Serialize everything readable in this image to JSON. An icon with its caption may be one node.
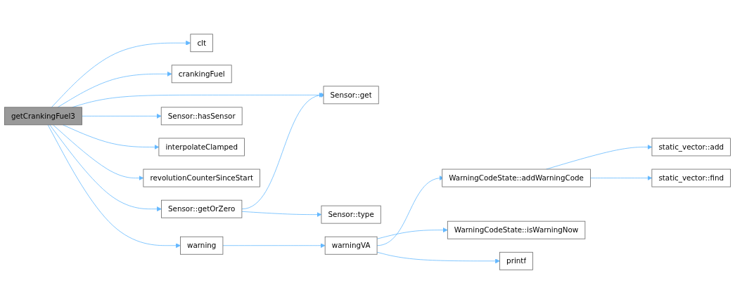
{
  "diagram": {
    "nodes": [
      {
        "text": [
          "getCrankingFuel3"
        ]
      },
      {
        "text": [
          "clt"
        ]
      },
      {
        "text": [
          "crankingFuel"
        ]
      },
      {
        "text": [
          "Sensor::get"
        ]
      },
      {
        "text": [
          "Sensor::getOrZero"
        ]
      },
      {
        "text": [
          "Sensor::type"
        ]
      },
      {
        "text": [
          "Sensor::hasSensor"
        ]
      },
      {
        "text": [
          "interpolateClamped"
        ]
      },
      {
        "text": [
          "revolutionCounterSinceStart"
        ]
      },
      {
        "text": [
          "warning"
        ]
      },
      {
        "text": [
          "warningVA"
        ]
      },
      {
        "text": [
          "WarningCodeState::addWarningCode"
        ]
      },
      {
        "text": [
          "static_vector::add"
        ]
      },
      {
        "text": [
          "static_vector::find"
        ]
      },
      {
        "text": [
          "WarningCodeState::isWarningNow"
        ]
      },
      {
        "text": [
          "printf"
        ]
      }
    ],
    "edges": [
      {
        "from": 0,
        "to": 1,
        "arrow": "to"
      },
      {
        "from": 0,
        "to": 2,
        "arrow": "to"
      },
      {
        "from": 0,
        "to": 3,
        "arrow": "to"
      },
      {
        "from": 0,
        "to": 4,
        "arrow": "to"
      },
      {
        "from": 0,
        "to": 6,
        "arrow": "to"
      },
      {
        "from": 0,
        "to": 7,
        "arrow": "to"
      },
      {
        "from": 0,
        "to": 8,
        "arrow": "to"
      },
      {
        "from": 0,
        "to": 9,
        "arrow": "to"
      },
      {
        "from": 4,
        "to": 3,
        "arrow": "to"
      },
      {
        "from": 4,
        "to": 5,
        "arrow": "to"
      },
      {
        "from": 9,
        "to": 10,
        "arrow": "to"
      },
      {
        "from": 10,
        "to": 11,
        "arrow": "to"
      },
      {
        "from": 10,
        "to": 14,
        "arrow": "to"
      },
      {
        "from": 10,
        "to": 15,
        "arrow": "to"
      },
      {
        "from": 11,
        "to": 12,
        "arrow": "to"
      },
      {
        "from": 11,
        "to": 13,
        "arrow": "to"
      }
    ]
  }
}
